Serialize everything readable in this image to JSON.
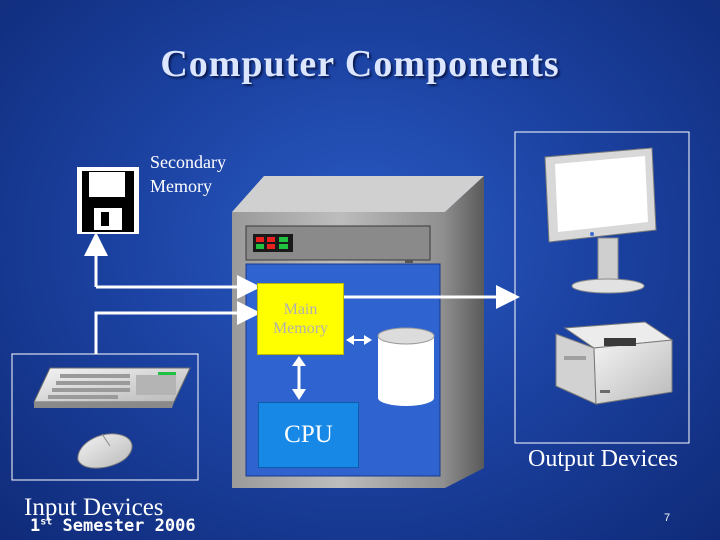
{
  "slide": {
    "title": "Computer Components",
    "footer_semester_prefix": "1",
    "footer_semester_sup": "st",
    "footer_semester_rest": " Semester 2006",
    "page_number": "7"
  },
  "labels": {
    "secondary_memory_line1": "Secondary",
    "secondary_memory_line2": "Memory",
    "main_memory_line1": "Main",
    "main_memory_line2": "Memory",
    "cpu": "CPU",
    "input_devices": "Input Devices",
    "output_devices": "Output Devices"
  },
  "icons": [
    "floppy-disk-icon",
    "keyboard-icon",
    "mouse-icon",
    "computer-case-icon",
    "disk-drive-icon",
    "monitor-icon",
    "printer-icon"
  ],
  "colors": {
    "background": "#1c43a3",
    "main_memory_fill": "#ffff00",
    "cpu_fill": "#1788e6",
    "arrows": "#ffffff"
  }
}
